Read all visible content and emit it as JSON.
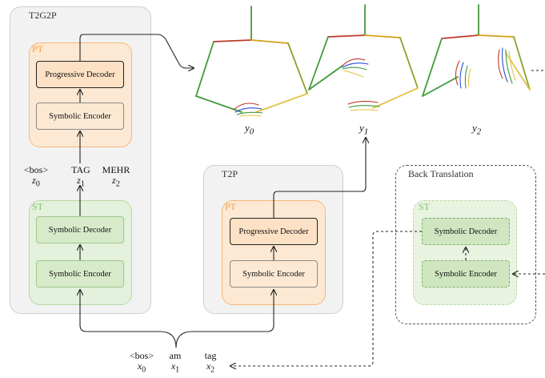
{
  "t2g2p": {
    "title": "T2G2P",
    "pt": {
      "label": "PT",
      "decoder": "Progressive Decoder",
      "encoder": "Symbolic Encoder"
    },
    "st": {
      "label": "ST",
      "decoder": "Symbolic Decoder",
      "encoder": "Symbolic Encoder"
    }
  },
  "gloss_tokens": [
    {
      "word": "<bos>",
      "sym": "z",
      "sub": "0"
    },
    {
      "word": "TAG",
      "sym": "z",
      "sub": "1"
    },
    {
      "word": "MEHR",
      "sym": "z",
      "sub": "2"
    }
  ],
  "t2p": {
    "title": "T2P",
    "pt": {
      "label": "PT",
      "decoder": "Progressive Decoder",
      "encoder": "Symbolic Encoder"
    }
  },
  "back_translation": {
    "title": "Back Translation",
    "st": {
      "label": "ST",
      "decoder": "Symbolic Decoder",
      "encoder": "Symbolic Encoder"
    }
  },
  "text_tokens": [
    {
      "word": "<bos>",
      "sym": "x",
      "sub": "0"
    },
    {
      "word": "am",
      "sym": "x",
      "sub": "1"
    },
    {
      "word": "tag",
      "sym": "x",
      "sub": "2"
    }
  ],
  "pose_outputs": [
    {
      "sym": "y",
      "sub": "0"
    },
    {
      "sym": "y",
      "sub": "1"
    },
    {
      "sym": "y",
      "sub": "2"
    }
  ],
  "colors": {
    "pt_border": "#f5b877",
    "pt_fill": "#fde9d3",
    "st_border": "#b7d9a3",
    "st_fill": "#e4f1dc",
    "skeleton_green": "#3f9a3a",
    "skeleton_red": "#c0392b",
    "skeleton_yellow": "#e3c342"
  }
}
